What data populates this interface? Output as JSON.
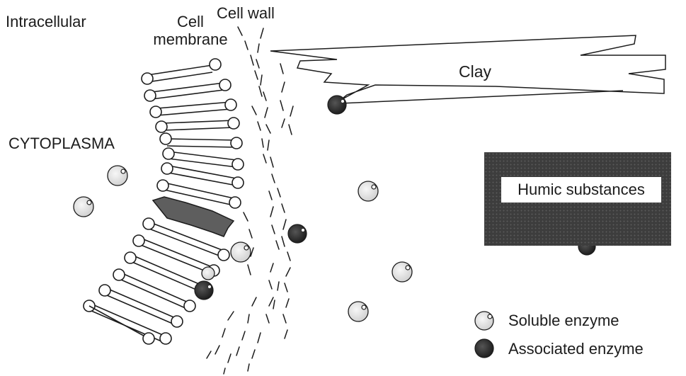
{
  "labels": {
    "intracellular": "Intracellular",
    "cell_membrane_line1": "Cell",
    "cell_membrane_line2": "membrane",
    "cell_wall": "Cell wall",
    "cytoplasma": "CYTOPLASMA",
    "clay": "Clay",
    "humic_substances": "Humic substances"
  },
  "legend": {
    "soluble_enzyme": "Soluble enzyme",
    "associated_enzyme": "Associated enzyme"
  },
  "colors": {
    "soluble_fill": "#e6e6e6",
    "associated_fill": "#2a2a2a",
    "humic_fill": "#3d3d3d",
    "protein_fill": "#5e5e5e",
    "stroke": "#1c1c1c"
  }
}
